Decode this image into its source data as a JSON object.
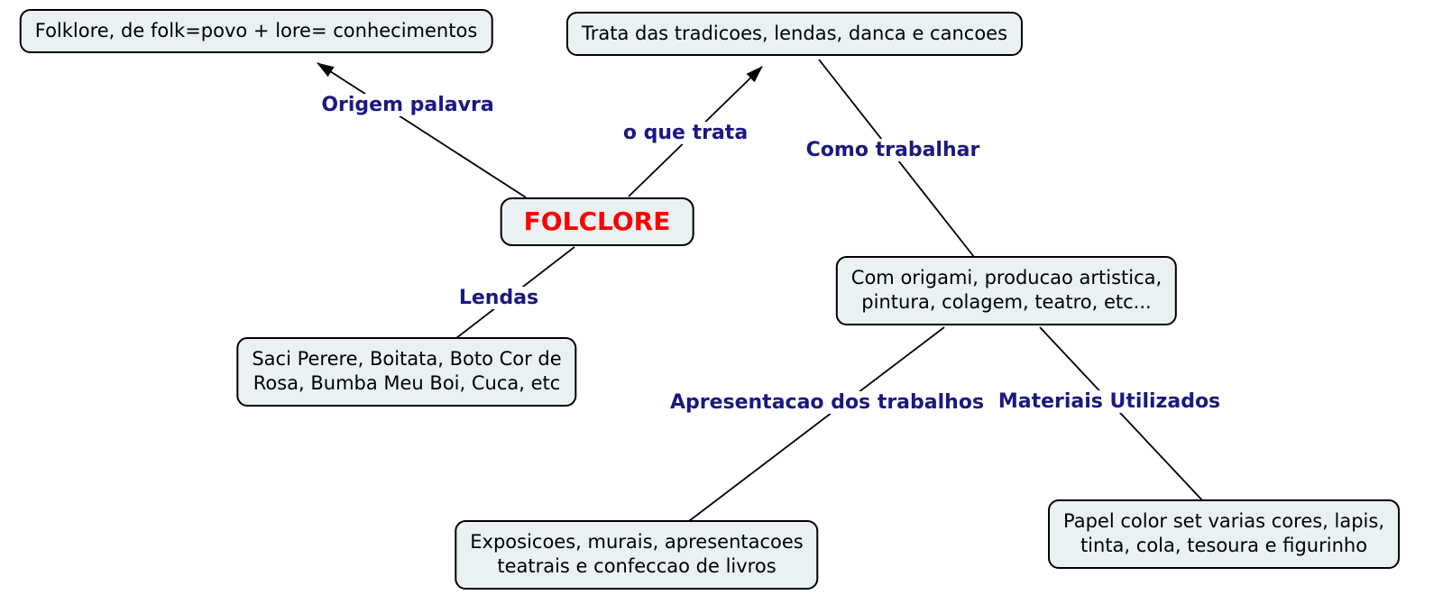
{
  "colors": {
    "background": "#ffffff",
    "node-fill": "#e9f1f2",
    "node-border": "#000000",
    "node-text": "#000000",
    "edge-label": "#191980",
    "root-text": "#ff0000",
    "line": "#000000"
  },
  "icons": {
    "arrowhead": "black-filled-triangle"
  },
  "root": {
    "label": "FOLCLORE"
  },
  "nodes": {
    "word_origin": "Folklore, de folk=povo + lore= conhecimentos",
    "subject": "Trata das tradicoes, lendas, danca e cancoes",
    "how_to_work": "Com origami, producao artistica,\npintura, colagem, teatro, etc...",
    "legends": "Saci Perere, Boitata, Boto Cor de\nRosa, Bumba Meu Boi, Cuca, etc",
    "presentation": "Exposicoes, murais, apresentacoes\nteatrais e confeccao de livros",
    "materials": "Papel color set varias cores, lapis,\ntinta, cola, tesoura e figurinho"
  },
  "edge_labels": {
    "word_origin": "Origem palavra",
    "subject": "o que trata",
    "how_to_work": "Como trabalhar",
    "legends": "Lendas",
    "presentation": "Apresentacao dos trabalhos",
    "materials": "Materiais Utilizados"
  }
}
